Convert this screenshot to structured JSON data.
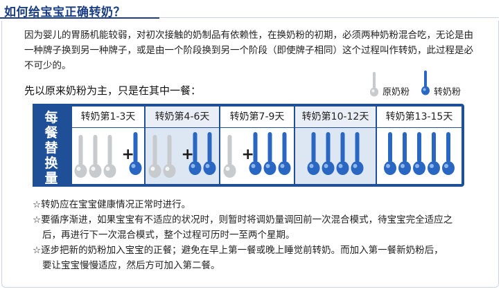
{
  "title": "如何给宝宝正确转奶？",
  "intro": "因为婴儿的胃肠机能较弱，对初次接触的奶制品有依赖性，在换奶粉的初期，必须两种奶粉混合吃，无论是由一种牌子换到另一种牌子，或是由一个阶段换到另一个阶段（即使牌子相同）这个过程叫作转奶，此过程是必不可少的。",
  "subheading": "先以原来奶粉为主，只是在其中一餐：",
  "legend": [
    {
      "label": "原奶粉",
      "icon": "original-formula-spoon-icon",
      "color": "#c8cbce"
    },
    {
      "label": "转奶粉",
      "icon": "new-formula-spoon-icon",
      "color": "#2a67c2"
    }
  ],
  "row_label": "每餐替换量",
  "columns": [
    {
      "header": "转奶第1-3天",
      "original": 3,
      "new": 1
    },
    {
      "header": "转奶第4-6天",
      "original": 2,
      "new": 2
    },
    {
      "header": "转奶第7-9天",
      "original": 1,
      "new": 3
    },
    {
      "header": "转奶第10-12天",
      "original": 0,
      "new": 4
    },
    {
      "header": "转奶第13-15天",
      "original": 0,
      "new": 5
    }
  ],
  "notes": [
    {
      "text": "☆转奶应在宝宝健康情况正常时进行。"
    },
    {
      "text": "☆要循序渐进，如果宝宝有不适应的状况时，则暂时将调奶量调回前一次混合模式，待宝宝完全适应之",
      "cont": "后，再进行下一次混合模式，整个过程可历时一至两个星期。"
    },
    {
      "text": "☆逐步把新的奶粉加入宝宝的正餐；避免在早上第一餐或晚上睡觉前转奶。而加入第一餐新奶粉后，",
      "cont": "要让宝宝慢慢适应，然后方可加入第二餐。"
    }
  ],
  "colors": {
    "brand": "#1a3d82",
    "table": "#1f4f96",
    "spoon_new": "#2a67c2",
    "spoon_old": "#c8cbce"
  }
}
